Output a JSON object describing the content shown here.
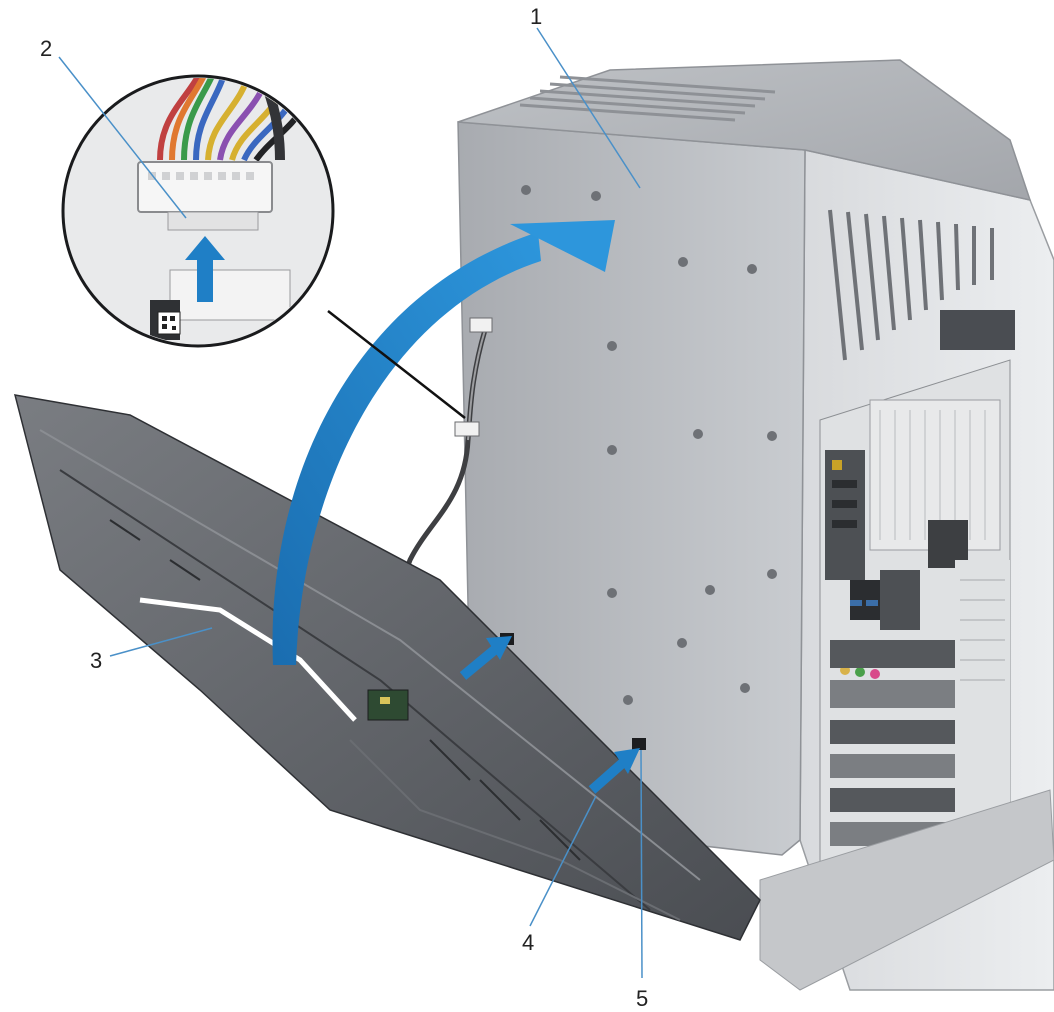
{
  "callouts": [
    {
      "id": "1",
      "label": "1"
    },
    {
      "id": "2",
      "label": "2"
    },
    {
      "id": "3",
      "label": "3"
    },
    {
      "id": "4",
      "label": "4"
    },
    {
      "id": "5",
      "label": "5"
    }
  ],
  "colors": {
    "arrow": "#1f7fc6",
    "chassis": "#b9bcc0",
    "panel": "#5c5f64",
    "leader_line": "#4a90c8"
  }
}
